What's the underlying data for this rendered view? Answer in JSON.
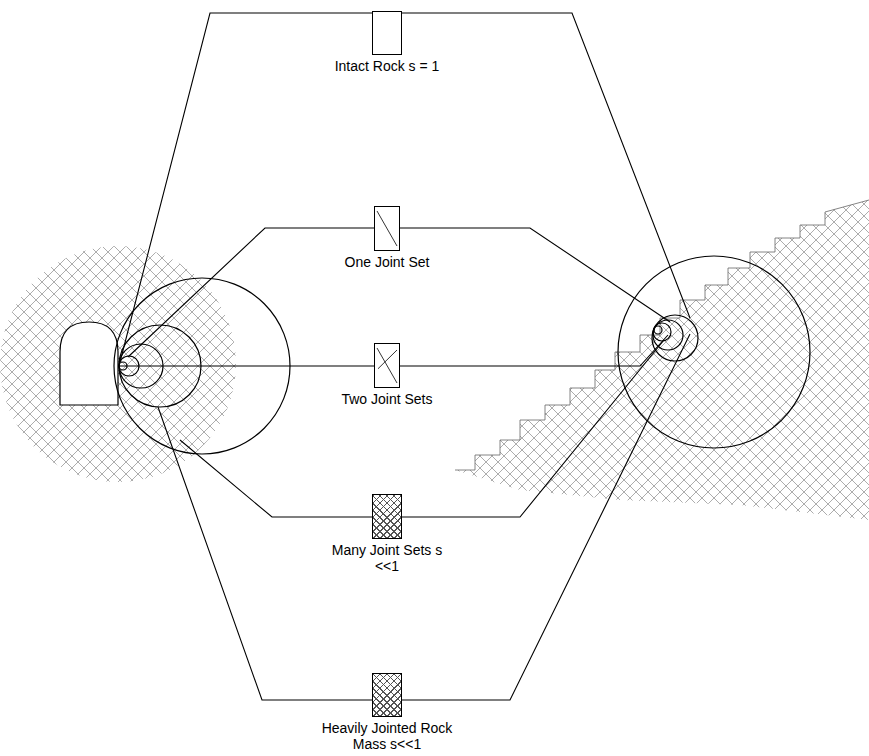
{
  "diagram": {
    "nodes": [
      {
        "text": [
          "Intact Rock s = 1"
        ]
      },
      {
        "text": [
          "One Joint Set"
        ]
      },
      {
        "text": [
          "Two Joint Sets"
        ]
      },
      {
        "text": [
          "Many Joint Sets s <<1"
        ]
      },
      {
        "text": [
          "Heavily Jointed Rock Mass s<<1"
        ]
      }
    ]
  }
}
